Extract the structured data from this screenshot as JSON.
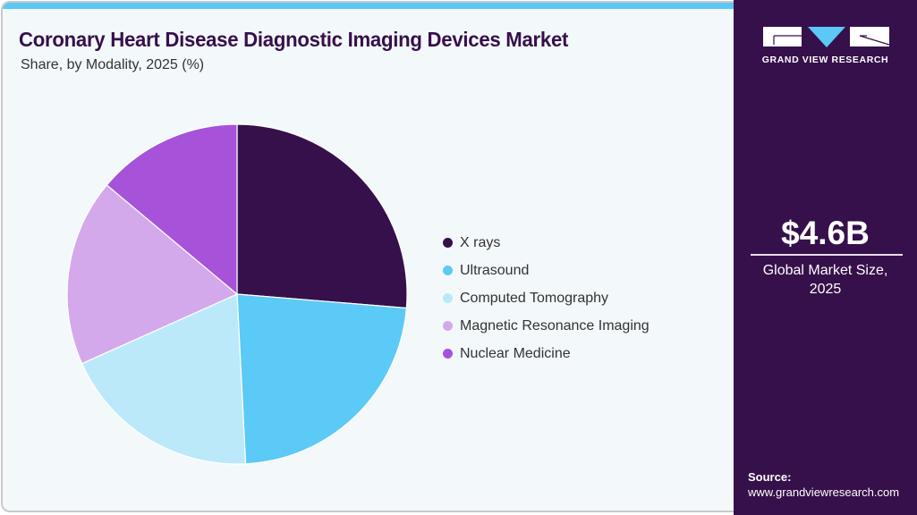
{
  "header": {
    "title": "Coronary Heart Disease Diagnostic Imaging Devices Market",
    "subtitle": "Share, by Modality, 2025 (%)"
  },
  "colors": {
    "accent_bar": "#5bc8f5",
    "panel_bg": "#36104a",
    "chart_bg": "#f3f8fb",
    "title": "#36104a"
  },
  "legend": {
    "items": [
      {
        "label": "X rays",
        "color": "#36104a"
      },
      {
        "label": "Ultrasound",
        "color": "#5ccaf6"
      },
      {
        "label": "Computed Tomography",
        "color": "#bbe9f9"
      },
      {
        "label": "Magnetic Resonance Imaging",
        "color": "#d4a9ec"
      },
      {
        "label": "Nuclear Medicine",
        "color": "#a653d9"
      }
    ]
  },
  "side_panel": {
    "logo_text": "GRAND VIEW RESEARCH",
    "market_value": "$4.6B",
    "market_label_line1": "Global Market Size,",
    "market_label_line2": "2025",
    "source_label": "Source:",
    "source_url": "www.grandviewresearch.com"
  },
  "chart_data": {
    "type": "pie",
    "title": "Coronary Heart Disease Diagnostic Imaging Devices Market",
    "subtitle": "Share, by Modality, 2025 (%)",
    "categories": [
      "X rays",
      "Ultrasound",
      "Computed Tomography",
      "Magnetic Resonance Imaging",
      "Nuclear Medicine"
    ],
    "values": [
      26.3,
      22.9,
      19.1,
      17.8,
      13.9
    ],
    "colors": [
      "#36104a",
      "#5ccaf6",
      "#bbe9f9",
      "#d4a9ec",
      "#a653d9"
    ],
    "start_angle_deg": 0,
    "direction": "clockwise",
    "legend_position": "right",
    "center": [
      265,
      329
    ],
    "radius": 190
  }
}
